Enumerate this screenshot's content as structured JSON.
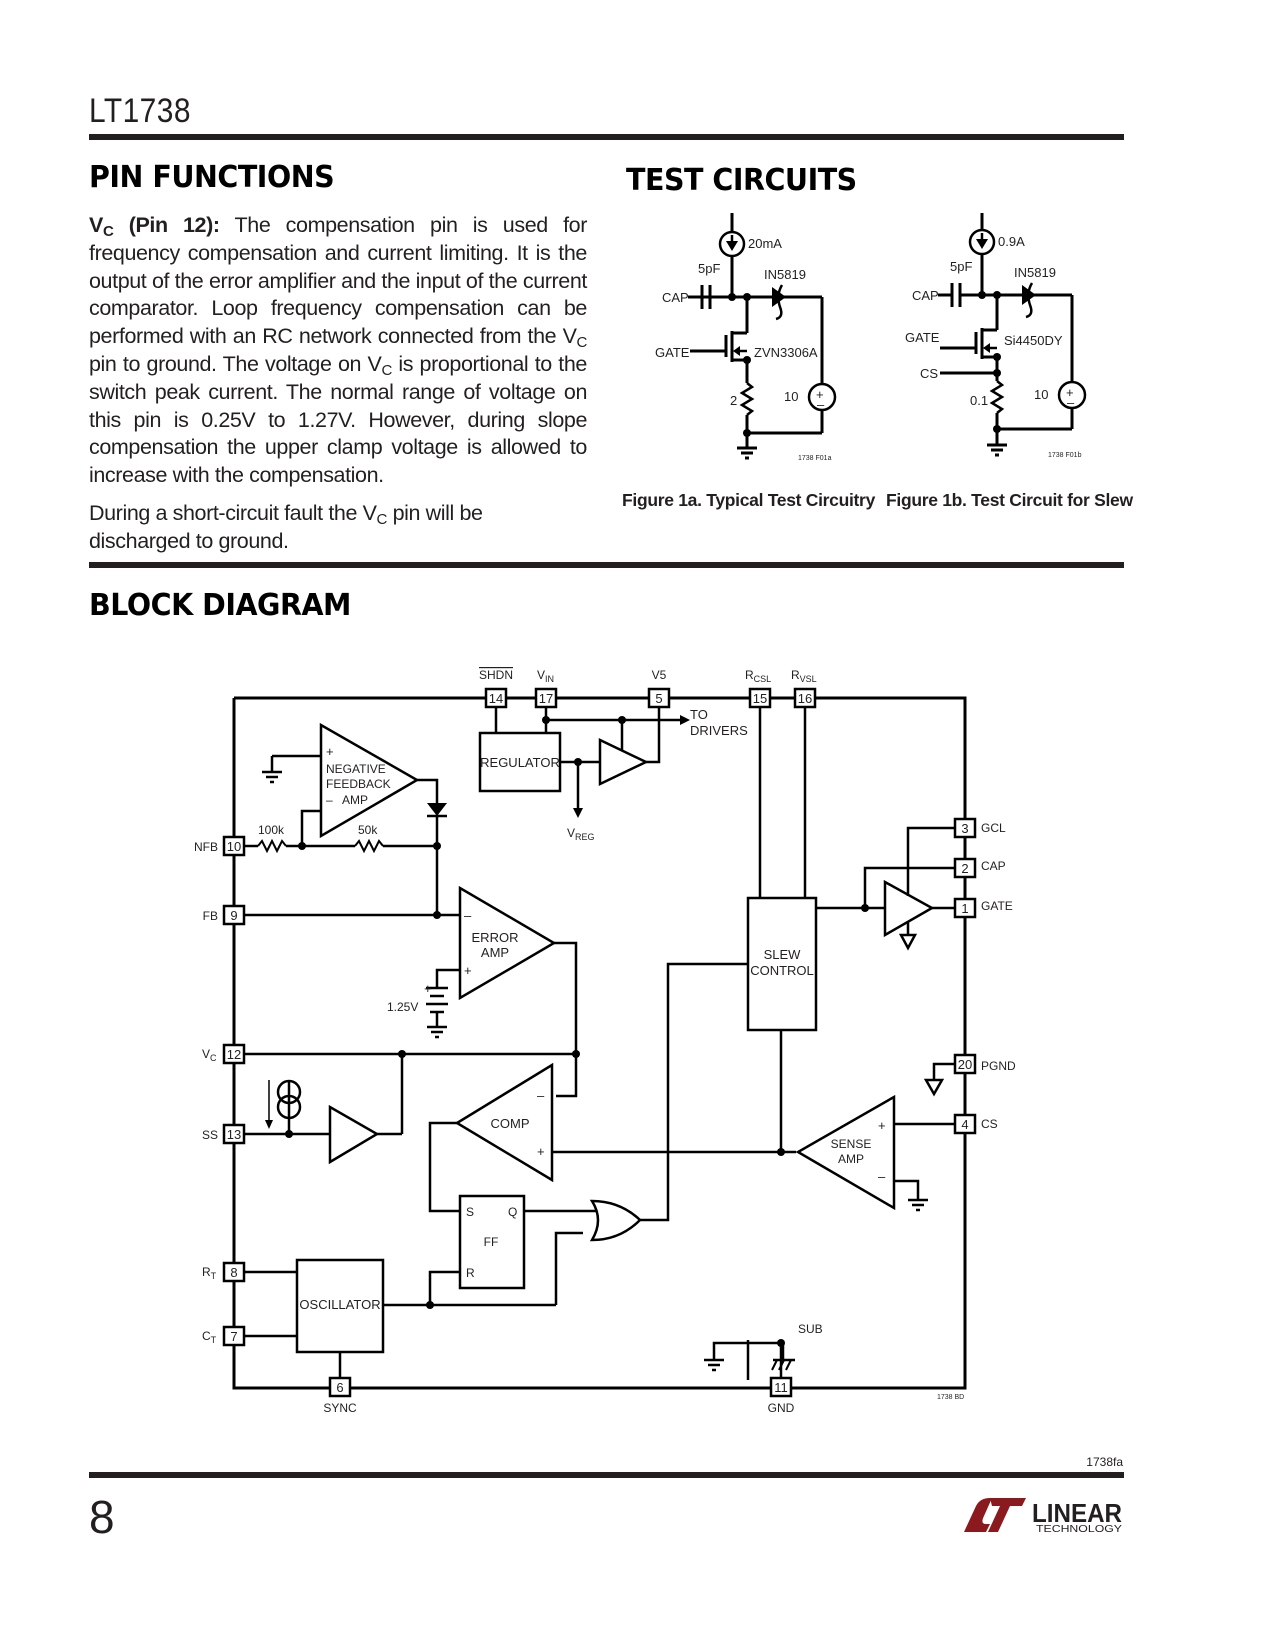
{
  "header": {
    "part_number": "LT1738"
  },
  "pin_functions": {
    "heading": "PIN FUNCTIONS",
    "vc_label_main": "V",
    "vc_label_sub": "C",
    "vc_label_pin": " (Pin 12):",
    "para1_a": " The compensation pin is used for frequency compensation and current limiting.  It is the output of the error amplifier and the input of the current comparator. Loop frequency compensation can be performed with an RC network connected from the V",
    "para1_sub1": "C",
    "para1_b": " pin to ground. The voltage on V",
    "para1_sub2": "C",
    "para1_c": " is proportional to the switch peak current. The normal range of voltage on this pin is 0.25V to 1.27V. However, during slope compensation the upper clamp voltage is allowed to increase with the compensation.",
    "para2_a": "During a short-circuit fault the V",
    "para2_sub": "C",
    "para2_b": " pin will be discharged to ground."
  },
  "test_circuits": {
    "heading": "TEST CIRCUITS",
    "fig1a": {
      "caption": "Figure 1a. Typical Test Circuitry",
      "current_source": "20mA",
      "cap_value": "5pF",
      "cap_label": "CAP",
      "diode": "IN5819",
      "gate_label": "GATE",
      "mosfet": "ZVN3306A",
      "resistor": "2",
      "source": "10",
      "code": "1738 F01a"
    },
    "fig1b": {
      "caption": "Figure 1b. Test Circuit for Slew",
      "current_source": "0.9A",
      "cap_value": "5pF",
      "cap_label": "CAP",
      "diode": "IN5819",
      "gate_label": "GATE",
      "mosfet": "Si4450DY",
      "cs_label": "CS",
      "resistor": "0.1",
      "source": "10",
      "code": "1738 F01b"
    }
  },
  "block_diagram": {
    "heading": "BLOCK DIAGRAM",
    "top_pins": [
      {
        "num": "14",
        "name": "SHDN"
      },
      {
        "num": "17",
        "name": "V",
        "sub": "IN"
      },
      {
        "num": "5",
        "name": "V5"
      },
      {
        "num": "15",
        "name": "R",
        "sub": "CSL"
      },
      {
        "num": "16",
        "name": "R",
        "sub": "VSL"
      }
    ],
    "left_pins": [
      {
        "num": "10",
        "name": "NFB"
      },
      {
        "num": "9",
        "name": "FB"
      },
      {
        "num": "12",
        "name": "V",
        "sub": "C"
      },
      {
        "num": "13",
        "name": "SS"
      },
      {
        "num": "8",
        "name": "R",
        "sub": "T"
      },
      {
        "num": "7",
        "name": "C",
        "sub": "T"
      }
    ],
    "right_pins": [
      {
        "num": "3",
        "name": "GCL"
      },
      {
        "num": "2",
        "name": "CAP"
      },
      {
        "num": "1",
        "name": "GATE"
      },
      {
        "num": "20",
        "name": "PGND"
      },
      {
        "num": "4",
        "name": "CS"
      }
    ],
    "bottom_pins": [
      {
        "num": "6",
        "name": "SYNC"
      },
      {
        "num": "11",
        "name": "GND"
      }
    ],
    "blocks": {
      "regulator": "REGULATOR",
      "to_drivers_1": "TO",
      "to_drivers_2": "DRIVERS",
      "vreg": "V",
      "vreg_sub": "REG",
      "nfa_1": "NEGATIVE",
      "nfa_2": "FEEDBACK",
      "nfa_3": "AMP",
      "r100k": "100k",
      "r50k": "50k",
      "error_1": "ERROR",
      "error_2": "AMP",
      "ref": "1.25V",
      "comp": "COMP",
      "ff": "FF",
      "ff_s": "S",
      "ff_q": "Q",
      "ff_r": "R",
      "oscillator": "OSCILLATOR",
      "slew_1": "SLEW",
      "slew_2": "CONTROL",
      "sense_1": "SENSE",
      "sense_2": "AMP",
      "sub": "SUB",
      "plus": "+",
      "minus": "–"
    },
    "code": "1738 BD"
  },
  "footer": {
    "page_number": "8",
    "doc_code": "1738fa",
    "logo_text_1": "LINEAR",
    "logo_text_2": "TECHNOLOGY",
    "logo_color": "#8b1a1e"
  }
}
